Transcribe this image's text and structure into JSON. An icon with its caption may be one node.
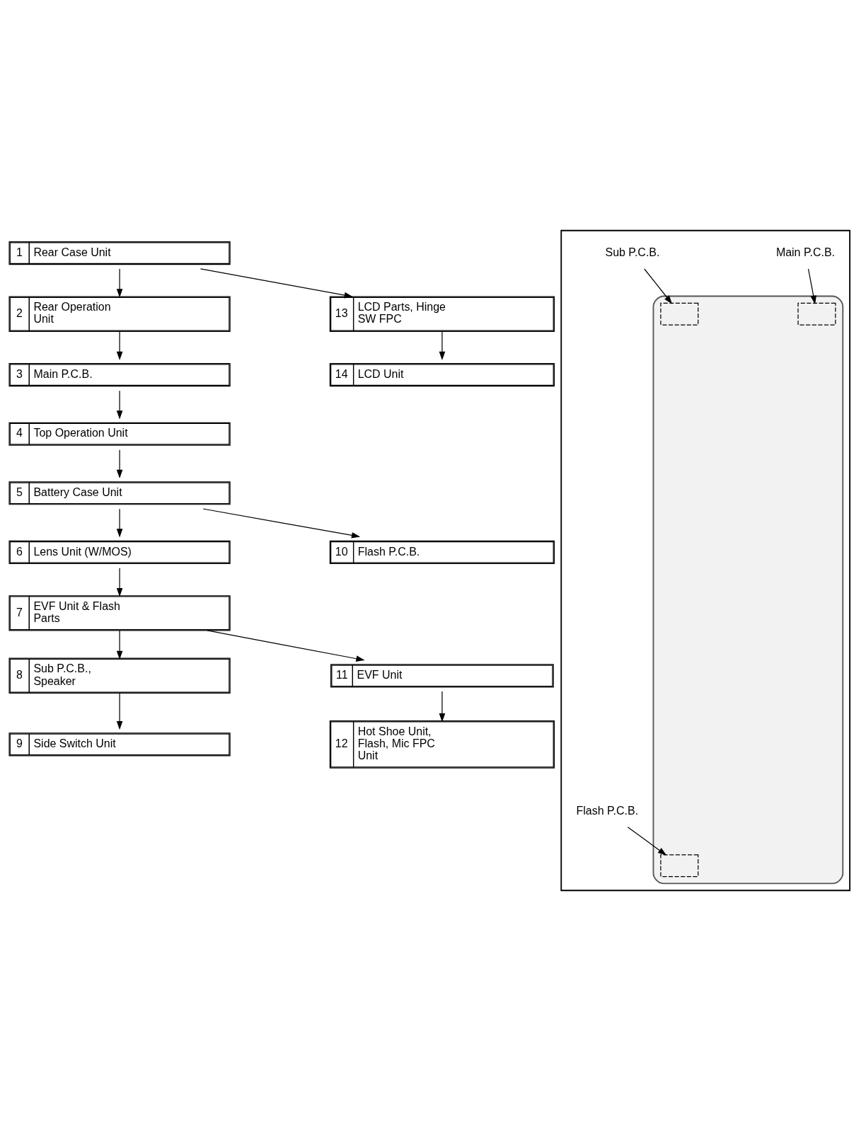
{
  "diagram": {
    "nodes": [
      {
        "text": [
          "1",
          "Rear Case Unit"
        ]
      },
      {
        "text": [
          "2",
          "Rear Operation Unit"
        ]
      },
      {
        "text": [
          "3",
          "Main P.C.B."
        ]
      },
      {
        "text": [
          "4",
          "Top Operation Unit"
        ]
      },
      {
        "text": [
          "5",
          "Battery Case Unit"
        ]
      },
      {
        "text": [
          "6",
          "Lens Unit (W/MOS)"
        ]
      },
      {
        "text": [
          "7",
          "EVF Unit & Flash Parts"
        ]
      },
      {
        "text": [
          "8",
          "Sub P.C.B., Speaker"
        ]
      },
      {
        "text": [
          "9",
          "Side Switch Unit"
        ]
      },
      {
        "text": [
          "10",
          "Flash P.C.B."
        ]
      },
      {
        "text": [
          "11",
          "EVF Unit"
        ]
      },
      {
        "text": [
          "12",
          "Hot Shoe Unit, Flash, Mic FPC Unit"
        ]
      },
      {
        "text": [
          "13",
          "LCD Parts, Hinge SW FPC"
        ]
      },
      {
        "text": [
          "14",
          "LCD Unit"
        ]
      },
      {
        "text": [],
        "shape": "box"
      },
      {
        "text": [],
        "shape": "picture",
        "in": 14
      },
      {
        "text": [
          "Flash P.C.B."
        ],
        "in": 14
      },
      {
        "text": [],
        "shape": "box",
        "in": 15
      },
      {
        "text": [],
        "shape": "box",
        "in": 15
      },
      {
        "text": [],
        "shape": "box",
        "in": 15
      },
      {
        "text": [
          "Main P.C.B."
        ],
        "in": 14
      },
      {
        "text": [
          "Sub P.C.B."
        ],
        "in": 14
      }
    ],
    "edges": [
      {
        "from": 0,
        "to": 1,
        "arrow": "to"
      },
      {
        "from": 0,
        "to": 12,
        "arrow": "to"
      },
      {
        "from": 1,
        "to": 2,
        "arrow": "to"
      },
      {
        "from": 12,
        "to": 13,
        "arrow": "to"
      },
      {
        "from": 2,
        "to": 3,
        "arrow": "to"
      },
      {
        "from": 3,
        "to": 4,
        "arrow": "to"
      },
      {
        "from": 4,
        "to": 5,
        "arrow": "to"
      },
      {
        "from": 4,
        "to": 9,
        "arrow": "to"
      },
      {
        "from": 5,
        "to": 6,
        "arrow": "to"
      },
      {
        "from": 6,
        "to": 7,
        "arrow": "to"
      },
      {
        "from": 6,
        "to": 10,
        "arrow": "to"
      },
      {
        "from": 7,
        "to": 8,
        "arrow": "to"
      },
      {
        "from": 10,
        "to": 11,
        "arrow": "to"
      },
      {
        "from": 16,
        "to": 17,
        "arrow": "to"
      },
      {
        "from": 20,
        "to": 18,
        "arrow": "to"
      },
      {
        "from": 21,
        "to": 19,
        "arrow": "to"
      }
    ]
  }
}
